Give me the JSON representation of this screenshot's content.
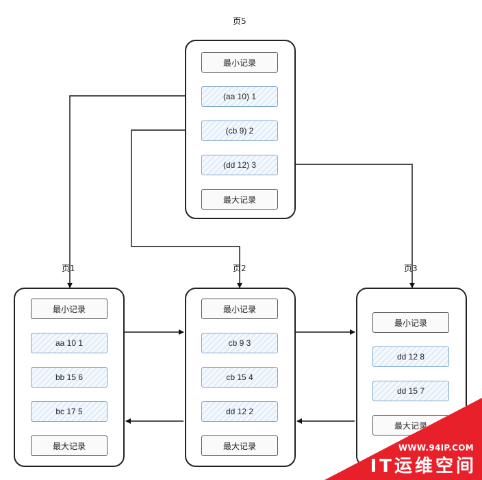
{
  "pages": {
    "page5": {
      "label": "页5",
      "records": [
        "最小记录",
        "(aa 10) 1",
        "(cb 9) 2",
        "(dd 12) 3",
        "最大记录"
      ]
    },
    "page1": {
      "label": "页1",
      "records": [
        "最小记录",
        "aa 10 1",
        "bb 15 6",
        "bc 17 5",
        "最大记录"
      ]
    },
    "page2": {
      "label": "页2",
      "records": [
        "最小记录",
        "cb 9 3",
        "cb 15 4",
        "dd 12 2",
        "最大记录"
      ]
    },
    "page3": {
      "label": "页3",
      "records": [
        "最小记录",
        "dd 12 8",
        "dd 15 7",
        "最大记录"
      ]
    }
  },
  "watermark": {
    "url": "WWW.94IP.COM",
    "brand": "IT运维空间",
    "color": "#e8202a"
  }
}
